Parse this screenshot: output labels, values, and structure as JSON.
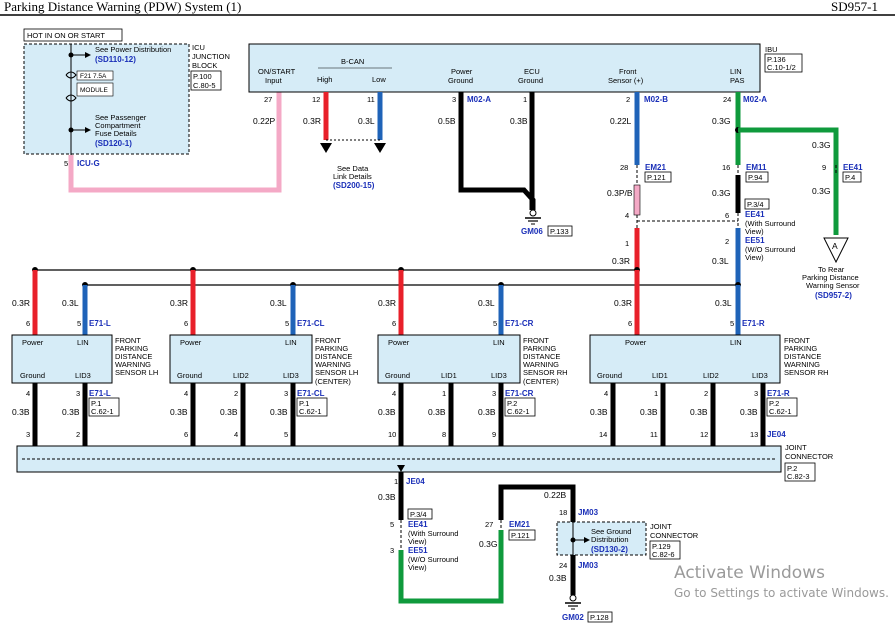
{
  "title": "Parking Distance Warning (PDW) System (1)",
  "page_code": "SD957-1",
  "hot_label": "HOT IN ON OR START",
  "icu": {
    "name": "ICU JUNCTION BLOCK",
    "ref1": "P.100",
    "ref2": "C.80-5",
    "see_power": "See Power Distribution",
    "see_power_code": "(SD110-12)",
    "fuse": "F21 7.5A",
    "module": "MODULE",
    "see_fuse_1": "See Passenger",
    "see_fuse_2": "Compartment",
    "see_fuse_3": "Fuse Details",
    "see_fuse_code": "(SD120-1)",
    "pin": "5",
    "conn": "ICU-G"
  },
  "ibu": {
    "name": "IBU",
    "ref1": "P.136",
    "ref2": "C.10-1/2",
    "bcan": "B-CAN",
    "high": "High",
    "low": "Low",
    "on_start_1": "ON/START",
    "on_start_2": "Input",
    "pg_1": "Power",
    "pg_2": "Ground",
    "ecu_1": "ECU",
    "ecu_2": "Ground",
    "fs_1": "Front",
    "fs_2": "Sensor (+)",
    "lin_1": "LIN",
    "lin_2": "PAS",
    "pins": [
      "27",
      "12",
      "11",
      "3",
      "1",
      "2",
      "24"
    ],
    "conn_m02a": "M02-A",
    "conn_m02b": "M02-B",
    "conn_m02a2": "M02-A"
  },
  "wires": {
    "w_022p": "0.22P",
    "w_03r": "0.3R",
    "w_03l": "0.3L",
    "w_05b": "0.5B",
    "w_03b": "0.3B",
    "w_022l": "0.22L",
    "w_03g": "0.3G",
    "w_03pb": "0.3P/B",
    "w_022b": "0.22B"
  },
  "data_link": {
    "l1": "See Data",
    "l2": "Link Details",
    "code": "(SD200-15)"
  },
  "gm06": {
    "name": "GM06",
    "ref": "P.133"
  },
  "em21": {
    "name": "EM21",
    "ref": "P.121",
    "pin_top": "28",
    "pin_bot": "4"
  },
  "em11": {
    "name": "EM11",
    "ref": "P.94",
    "pin_top": "16",
    "pin_bot": "6"
  },
  "ee41": {
    "name": "EE41",
    "ref": "P.4",
    "pin": "9",
    "p34": "P.3/4",
    "with1": "(With Surround",
    "with2": "View)"
  },
  "ee51": {
    "name": "EE51",
    "pin": "2",
    "wo1": "(W/O Surround",
    "wo2": "View)"
  },
  "rear": {
    "l1": "To Rear",
    "l2": "Parking Distance",
    "l3": "Warning Sensor",
    "code": "(SD957-2)",
    "letter": "A"
  },
  "sensors": [
    {
      "name": [
        "FRONT",
        "PARKING",
        "DISTANCE",
        "WARNING",
        "SENSOR LH"
      ],
      "conn": "E71-L",
      "ref1": "P.1",
      "ref2": "C.62-1",
      "power": "Power",
      "lin": "LIN",
      "ground": "Ground",
      "lids": [
        "LID3"
      ],
      "top_pins": [
        "6",
        "5"
      ],
      "bot_pins": [
        "4",
        "3"
      ],
      "jc_pins": [
        "3",
        "2"
      ]
    },
    {
      "name": [
        "FRONT",
        "PARKING",
        "DISTANCE",
        "WARNING",
        "SENSOR LH",
        "(CENTER)"
      ],
      "conn": "E71-CL",
      "ref1": "P.1",
      "ref2": "C.62-1",
      "power": "Power",
      "lin": "LIN",
      "ground": "Ground",
      "lids": [
        "LID2",
        "LID3"
      ],
      "top_pins": [
        "6",
        "5"
      ],
      "bot_pins": [
        "4",
        "2",
        "3"
      ],
      "jc_pins": [
        "6",
        "4",
        "5"
      ]
    },
    {
      "name": [
        "FRONT",
        "PARKING",
        "DISTANCE",
        "WARNING",
        "SENSOR RH",
        "(CENTER)"
      ],
      "conn": "E71-CR",
      "ref1": "P.2",
      "ref2": "C.62-1",
      "power": "Power",
      "lin": "LIN",
      "ground": "Ground",
      "lids": [
        "LID1",
        "LID3"
      ],
      "top_pins": [
        "6",
        "5"
      ],
      "bot_pins": [
        "4",
        "1",
        "3"
      ],
      "jc_pins": [
        "10",
        "8",
        "9"
      ]
    },
    {
      "name": [
        "FRONT",
        "PARKING",
        "DISTANCE",
        "WARNING",
        "SENSOR RH"
      ],
      "conn": "E71-R",
      "ref1": "P.2",
      "ref2": "C.62-1",
      "power": "Power",
      "lin": "LIN",
      "ground": "Ground",
      "lids": [
        "LID1",
        "LID2",
        "LID3"
      ],
      "top_pins": [
        "6",
        "5"
      ],
      "bot_pins": [
        "4",
        "1",
        "2",
        "3"
      ],
      "jc_pins": [
        "14",
        "11",
        "12",
        "13"
      ]
    }
  ],
  "joint": {
    "name1": "JOINT",
    "name2": "CONNECTOR",
    "conn": "JE04",
    "ref1": "P.2",
    "ref2": "C.82-3"
  },
  "bottom": {
    "je04": "JE04",
    "pin1": "1",
    "p34": "P.3/4",
    "ee41": "EE41",
    "ee41_pin": "5",
    "with1": "(With Surround",
    "with2": "View)",
    "ee51": "EE51",
    "ee51_pin": "3",
    "wo1": "(W/O Surround",
    "wo2": "View)",
    "em21": "EM21",
    "em21_pin": "27",
    "em21_ref": "P.121",
    "jm03": "JM03",
    "pin18": "18",
    "pin24": "24",
    "see_gnd_1": "See Ground",
    "see_gnd_2": "Distribution",
    "see_gnd_code": "(SD130-2)",
    "joint1": "JOINT",
    "joint2": "CONNECTOR",
    "jm_ref1": "P.129",
    "jm_ref2": "C.82-6",
    "gm02": "GM02",
    "gm02_ref": "P.128"
  },
  "watermark": {
    "l1": "Activate Windows",
    "l2": "Go to Settings to activate Windows."
  },
  "colors": {
    "pink": "#f4a9c6",
    "red": "#e8202a",
    "blue": "#1f63b8",
    "green": "#0f9a3c",
    "black": "#000000",
    "box": "#d6ecf7",
    "code_blue": "#1a2fb8"
  }
}
